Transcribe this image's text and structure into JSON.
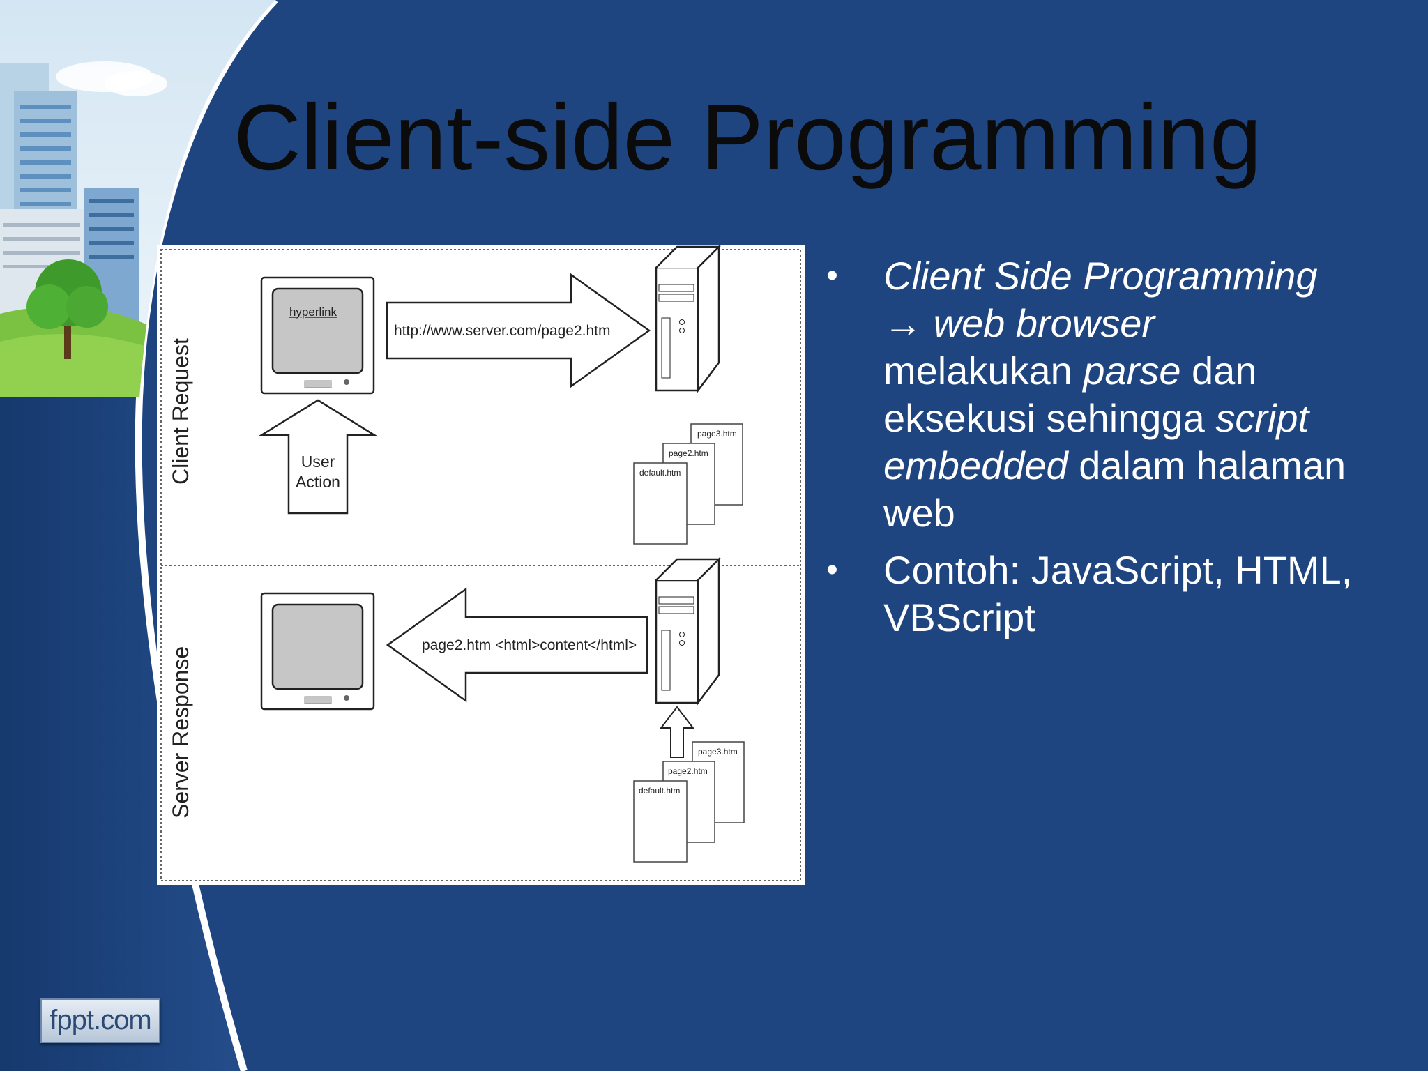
{
  "slide": {
    "title": "Client-side Programming",
    "bullets": [
      {
        "parts": [
          {
            "text": "Client Side Programming",
            "italic": true
          },
          {
            "text": "\n",
            "italic": false
          },
          {
            "text": "→ ",
            "italic": false,
            "arrow": true
          },
          {
            "text": "web browser",
            "italic": true
          },
          {
            "text": "\nmelakukan ",
            "italic": false
          },
          {
            "text": "parse",
            "italic": true
          },
          {
            "text": " dan\neksekusi sehingga ",
            "italic": false
          },
          {
            "text": "script\nembedded",
            "italic": true
          },
          {
            "text": " dalam halaman\nweb",
            "italic": false
          }
        ]
      },
      {
        "parts": [
          {
            "text": "Contoh: JavaScript, HTML,\nVBScript",
            "italic": false
          }
        ]
      }
    ],
    "logo": "fppt.com"
  },
  "diagram": {
    "section_top_label": "Client Request",
    "section_bottom_label": "Server Response",
    "monitor_top_label": "hyperlink",
    "request_arrow_label": "http://www.server.com/page2.htm",
    "user_action_line1": "User",
    "user_action_line2": "Action",
    "response_arrow_label": "page2.htm <html>content</html>",
    "files": [
      "default.htm",
      "page2.htm",
      "page3.htm"
    ]
  },
  "colors": {
    "background": "#1f4581",
    "title": "#0b0b0b",
    "bullet_text": "#ffffff"
  }
}
